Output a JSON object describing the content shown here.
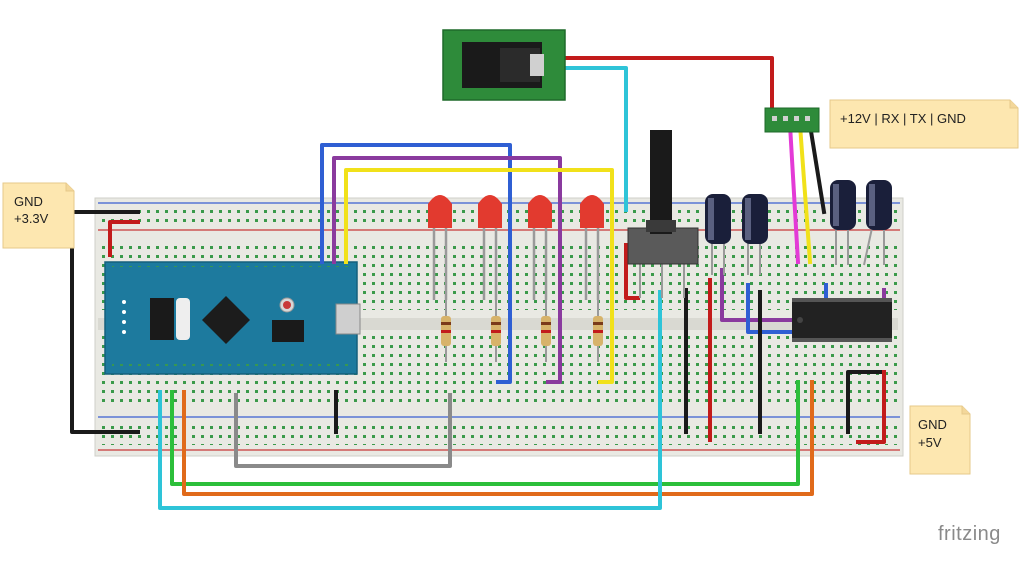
{
  "notes": {
    "left": {
      "line1": "GND",
      "line2": "+3.3V"
    },
    "right": {
      "line1": "GND",
      "line2": "+5V"
    },
    "top": {
      "text": "+12V | RX | TX | GND"
    }
  },
  "watermark": "fritzing",
  "colors": {
    "board": "#1d7a9e",
    "breadboard": "#e9e9e3",
    "rail_red": "#c83838",
    "rail_blue": "#3a5fd1",
    "led": "#e23a2f",
    "resistor": "#d7b36a",
    "jack_pcb": "#2e8b3a",
    "ic": "#222222",
    "capacitor": "#1a1f3a",
    "note_bg": "#fde7b0",
    "wire_blue": "#2f5fd3",
    "wire_purple": "#8a3a9e",
    "wire_yellow": "#f1e11a",
    "wire_red": "#c21b1b",
    "wire_cyan": "#2ec4d8",
    "wire_black": "#1a1a1a",
    "wire_green": "#2cbf3a",
    "wire_orange": "#e06a1a",
    "wire_gray": "#8a8a8a",
    "wire_magenta": "#e33ad6"
  }
}
